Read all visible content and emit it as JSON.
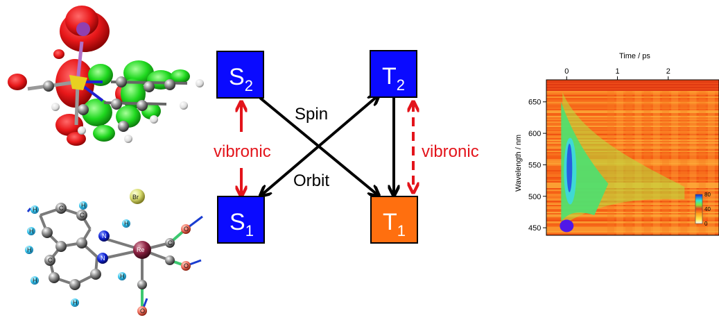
{
  "colors": {
    "singlet": "#0a0aff",
    "triplet2": "#0a0aff",
    "triplet1": "#ff6f0f",
    "arrow": "#000000",
    "vibronic": "#e3141b"
  },
  "states": {
    "s2": {
      "main": "S",
      "sub": "2"
    },
    "s1": {
      "main": "S",
      "sub": "1"
    },
    "t2": {
      "main": "T",
      "sub": "2"
    },
    "t1": {
      "main": "T",
      "sub": "1"
    }
  },
  "labels": {
    "spin": "Spin",
    "orbit": "Orbit",
    "vibronic_left": "vibronic",
    "vibronic_right": "vibronic"
  },
  "molecule": {
    "atom_labels": [
      "Br",
      "Re",
      "N",
      "N",
      "C",
      "C",
      "C",
      "C",
      "O",
      "O",
      "O",
      "H",
      "H",
      "H",
      "H",
      "H",
      "H",
      "H",
      "H"
    ]
  },
  "chart_data": {
    "type": "heatmap",
    "xlabel": "Time / ps",
    "ylabel": "Wavelength / nm",
    "x_ticks": [
      "0",
      "1",
      "2"
    ],
    "y_ticks": [
      "650",
      "600",
      "550",
      "500",
      "450"
    ],
    "xlim": [
      -0.4,
      3.0
    ],
    "ylim": [
      438,
      685
    ],
    "colorbar": {
      "ticks": [
        "80",
        "40",
        "0"
      ],
      "range": [
        0,
        80
      ]
    },
    "features": [
      {
        "description": "intense band at t=0 near 450 nm"
      },
      {
        "description": "green/blue emission decaying within 0.5 ps from 650 to 500 nm"
      }
    ]
  }
}
